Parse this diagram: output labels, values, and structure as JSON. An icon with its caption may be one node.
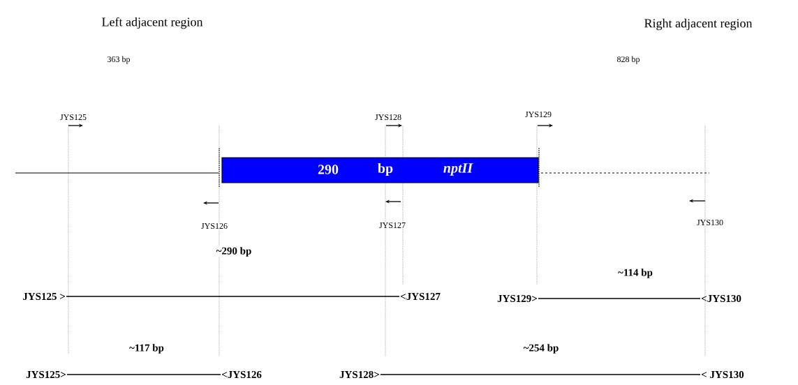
{
  "diagram": {
    "nodes": [
      {
        "text": [
          "290",
          "bp",
          "nptII"
        ]
      },
      {
        "text": [
          "JYS125 >"
        ]
      },
      {
        "text": [
          "<JYS127"
        ]
      },
      {
        "text": [
          "JYS129>"
        ]
      },
      {
        "text": [
          "<JYS130"
        ]
      },
      {
        "text": [
          "JYS125>"
        ]
      },
      {
        "text": [
          "<JYS126"
        ]
      },
      {
        "text": [
          "JYS128>"
        ]
      },
      {
        "text": [
          "< JYS130"
        ]
      }
    ],
    "edges": [
      {
        "from": 1,
        "to": 2,
        "arrow": "none",
        "label": "~290 bp"
      },
      {
        "from": 3,
        "to": 4,
        "arrow": "none",
        "label": "~114 bp"
      },
      {
        "from": 5,
        "to": 6,
        "arrow": "none",
        "label": "~117 bp"
      },
      {
        "from": 7,
        "to": 8,
        "arrow": "none",
        "label": "~254 bp"
      }
    ],
    "labels": [
      "Left adjacent region",
      "Right adjacent region",
      "363 bp",
      "828 bp",
      "JYS125",
      "JYS128",
      "JYS129",
      "JYS126",
      "JYS127",
      "JYS130"
    ]
  }
}
